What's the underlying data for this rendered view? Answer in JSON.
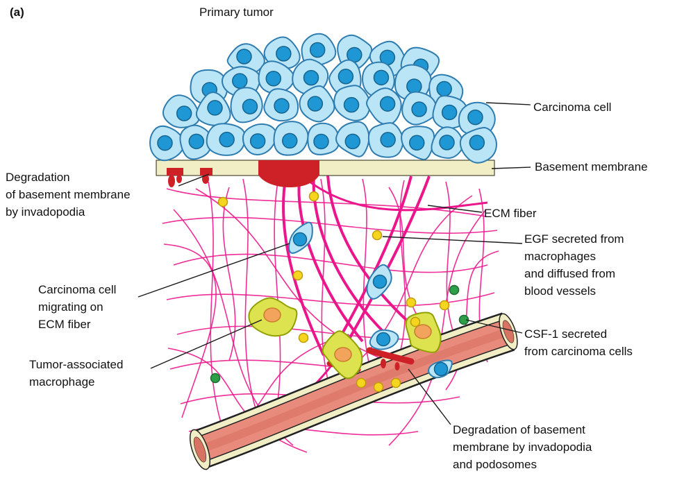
{
  "figure": {
    "panel_label": "(a)",
    "title": "Primary tumor"
  },
  "annotations": {
    "carcinoma_cell": "Carcinoma cell",
    "basement_membrane": "Basement membrane",
    "ecm_fiber": "ECM fiber",
    "egf": "EGF secreted from\nmacrophages\nand diffused from\nblood vessels",
    "csf1": "CSF-1 secreted\nfrom carcinoma cells",
    "degradation_top": "Degradation\nof basement membrane\nby invadopodia",
    "migrating_cell": "Carcinoma cell\nmigrating on\nECM fiber",
    "tumor_macrophage": "Tumor-associated\nmacrophage",
    "degradation_bottom": "Degradation of basement\nmembrane by invadopodia\nand podosomes"
  },
  "colors": {
    "background": "#ffffff",
    "carcinoma_fill": "#b9e5f6",
    "carcinoma_outline": "#2e7cb0",
    "nucleus_fill": "#1f97d4",
    "nucleus_outline": "#15648f",
    "membrane_fill": "#f1eec5",
    "membrane_outline": "#4a4a32",
    "degradation_red": "#cd2027",
    "ecm_pink": "#ec168c",
    "macrophage_fill": "#dde24f",
    "macrophage_outline": "#8fa000",
    "macrophage_nucleus": "#f2a35c",
    "macrophage_nucleus_outline": "#c97b2e",
    "egf_yellow": "#f6d51f",
    "egf_outline": "#bf9c0a",
    "csf_green": "#2f9e48",
    "csf_outline": "#1b6b2f",
    "vessel_wall": "#f1eec5",
    "vessel_lumen": "#e98b7c",
    "vessel_core": "#d87364",
    "line": "#1a1a1a"
  }
}
